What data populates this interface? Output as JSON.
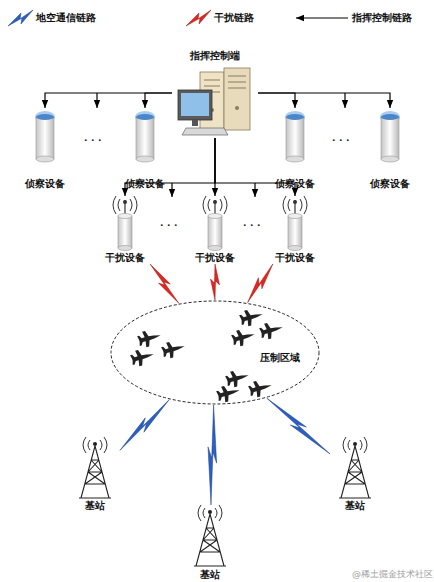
{
  "diagram": {
    "nodes": [
      {
        "text": [
          "指挥控制端"
        ]
      },
      {
        "text": [
          "侦察设备"
        ]
      },
      {
        "text": [
          "侦察设备"
        ]
      },
      {
        "text": [
          "侦察设备"
        ]
      },
      {
        "text": [
          "侦察设备"
        ]
      },
      {
        "text": [
          "干扰设备"
        ]
      },
      {
        "text": [
          "干扰设备"
        ]
      },
      {
        "text": [
          "干扰设备"
        ]
      },
      {
        "text": [
          "压制区域"
        ]
      },
      {
        "text": [
          "基站"
        ]
      },
      {
        "text": [
          "基站"
        ]
      },
      {
        "text": [
          "基站"
        ]
      }
    ],
    "edges": [
      {
        "from": 0,
        "to": 1,
        "arrow": "to"
      },
      {
        "from": 0,
        "to": 2,
        "arrow": "to"
      },
      {
        "from": 0,
        "to": 3,
        "arrow": "to"
      },
      {
        "from": 0,
        "to": 4,
        "arrow": "to"
      },
      {
        "from": 0,
        "to": 5,
        "arrow": "to"
      },
      {
        "from": 0,
        "to": 6,
        "arrow": "to"
      },
      {
        "from": 0,
        "to": 7,
        "arrow": "to"
      },
      {
        "from": 5,
        "to": 8,
        "arrow": "none"
      },
      {
        "from": 6,
        "to": 8,
        "arrow": "none"
      },
      {
        "from": 7,
        "to": 8,
        "arrow": "none"
      },
      {
        "from": 9,
        "to": 8,
        "arrow": "none"
      },
      {
        "from": 10,
        "to": 8,
        "arrow": "none"
      },
      {
        "from": 11,
        "to": 8,
        "arrow": "none"
      }
    ],
    "labels": [
      "· · ·",
      "· · ·",
      "· · ·",
      "· · ·",
      "@稀土掘金技术社区"
    ],
    "legend": [
      {
        "text": "地空通信链路"
      },
      {
        "text": "干扰链路"
      },
      {
        "text": "指挥控制链路"
      }
    ]
  }
}
